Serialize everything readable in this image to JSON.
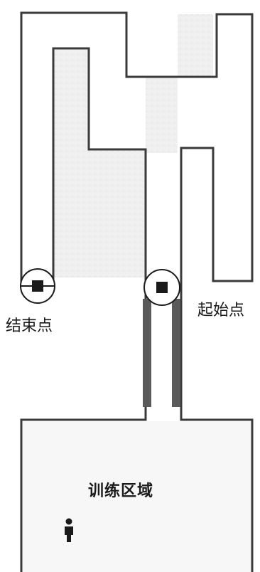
{
  "labels": {
    "end_point": "结束点",
    "start_point": "起始点",
    "training_area": "训练区域"
  },
  "colors": {
    "wall": "#3a3a3a",
    "floor_fill": "#e8e8e8",
    "corridor_walls": "#5a5a5a",
    "marker": "#1a1a1a"
  },
  "icons": {
    "person": "person-icon",
    "marker": "square-marker-icon"
  }
}
